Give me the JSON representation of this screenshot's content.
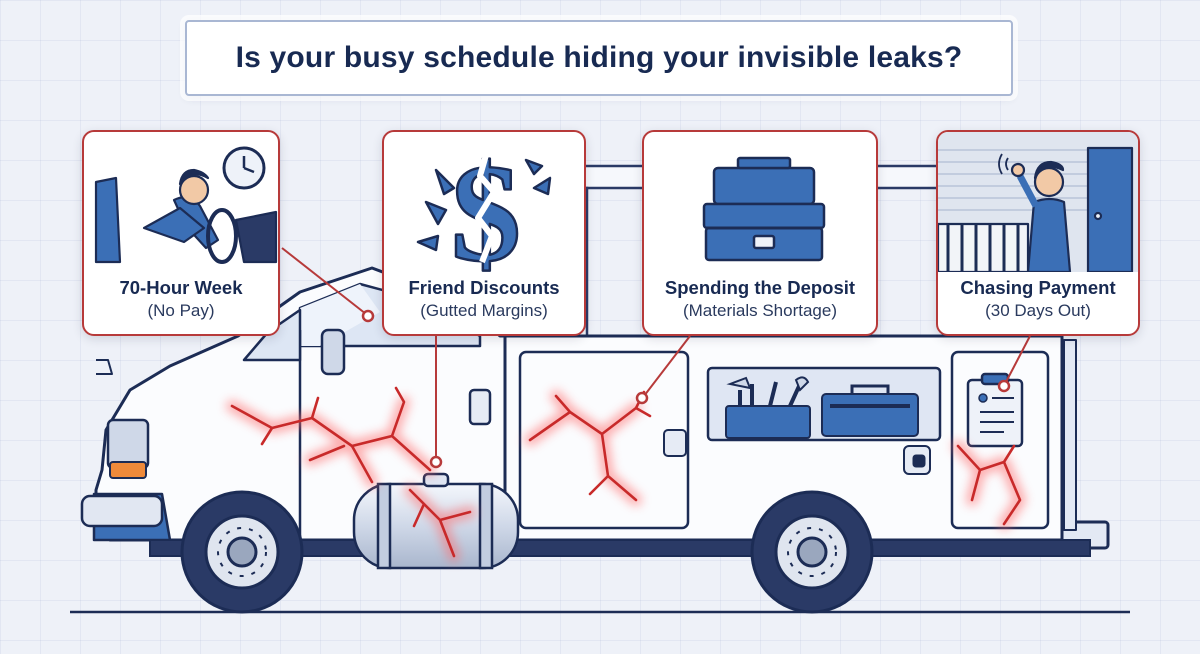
{
  "title": "Is your busy schedule hiding your invisible leaks?",
  "cards": [
    {
      "title": "70-Hour Week",
      "subtitle": "(No Pay)"
    },
    {
      "title": "Friend Discounts",
      "subtitle": "(Gutted Margins)"
    },
    {
      "title": "Spending the Deposit",
      "subtitle": "(Materials Shortage)"
    },
    {
      "title": "Chasing Payment",
      "subtitle": "(30 Days Out)"
    }
  ],
  "colors": {
    "navy": "#182a52",
    "blue": "#3b6fb6",
    "card_border": "#b73a3a",
    "crack": "#c82a2a",
    "crack_glow": "#ff6a6a",
    "background": "#eef1f8"
  },
  "icons": [
    "clock-icon",
    "dollar-broken-icon",
    "toolbox-icon",
    "clipboard-icon"
  ]
}
